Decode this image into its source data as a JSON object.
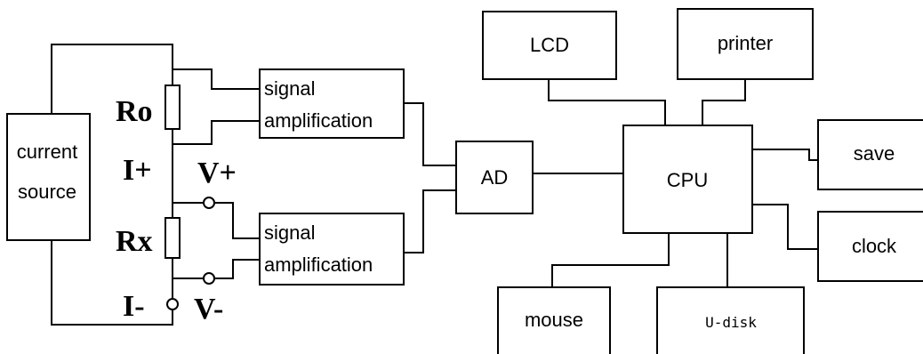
{
  "labels": {
    "current_source_line1": "current",
    "current_source_line2": "source",
    "ro": "Ro",
    "rx": "Rx",
    "i_plus": "I+",
    "i_minus": "I-",
    "v_plus": "V+",
    "v_minus": "V-",
    "amp1_line1": "signal",
    "amp1_line2": "amplification",
    "amp2_line1": "signal",
    "amp2_line2": "amplification",
    "ad": "AD",
    "cpu": "CPU",
    "lcd": "LCD",
    "printer": "printer",
    "save": "save",
    "clock": "clock",
    "mouse": "mouse",
    "udisk": "U-disk"
  }
}
